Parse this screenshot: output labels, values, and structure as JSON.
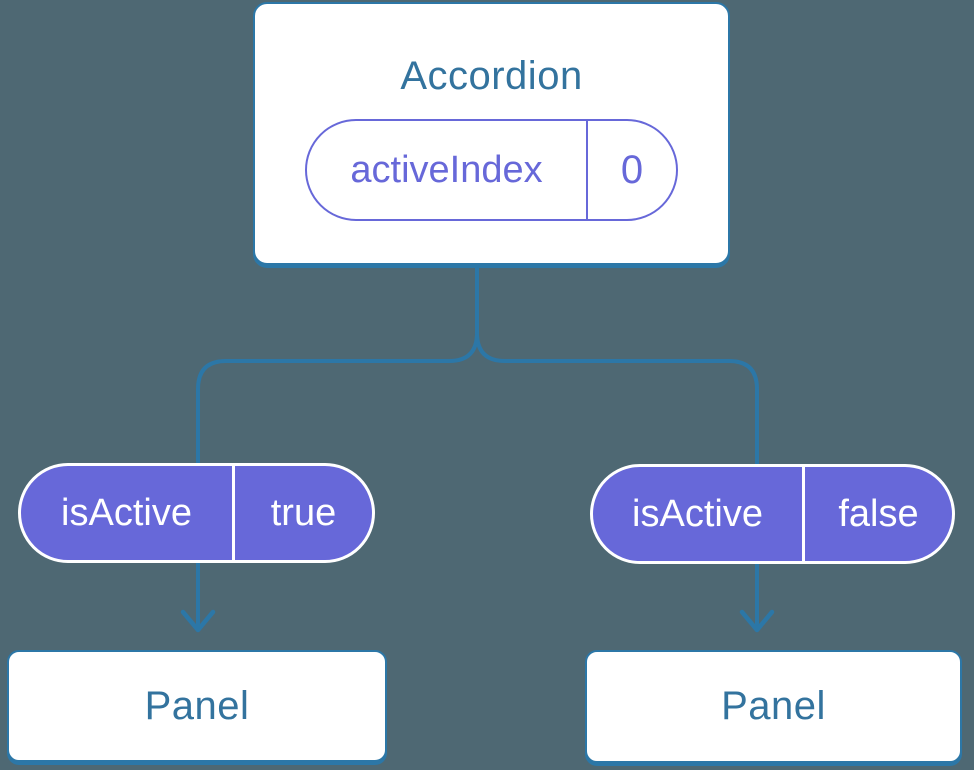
{
  "colors": {
    "background": "#4E6873",
    "connector": "#2C77A7",
    "card_bg": "#FFFFFF",
    "card_border": "#2C77A7",
    "title_text": "#33739E",
    "purple": "#6768D9",
    "pill_text_light": "#FFFFFF"
  },
  "diagram": {
    "root": {
      "title": "Accordion",
      "state_name": "activeIndex",
      "state_value": "0"
    },
    "left_child": {
      "prop_name": "isActive",
      "prop_value": "true",
      "title": "Panel"
    },
    "right_child": {
      "prop_name": "isActive",
      "prop_value": "false",
      "title": "Panel"
    }
  }
}
